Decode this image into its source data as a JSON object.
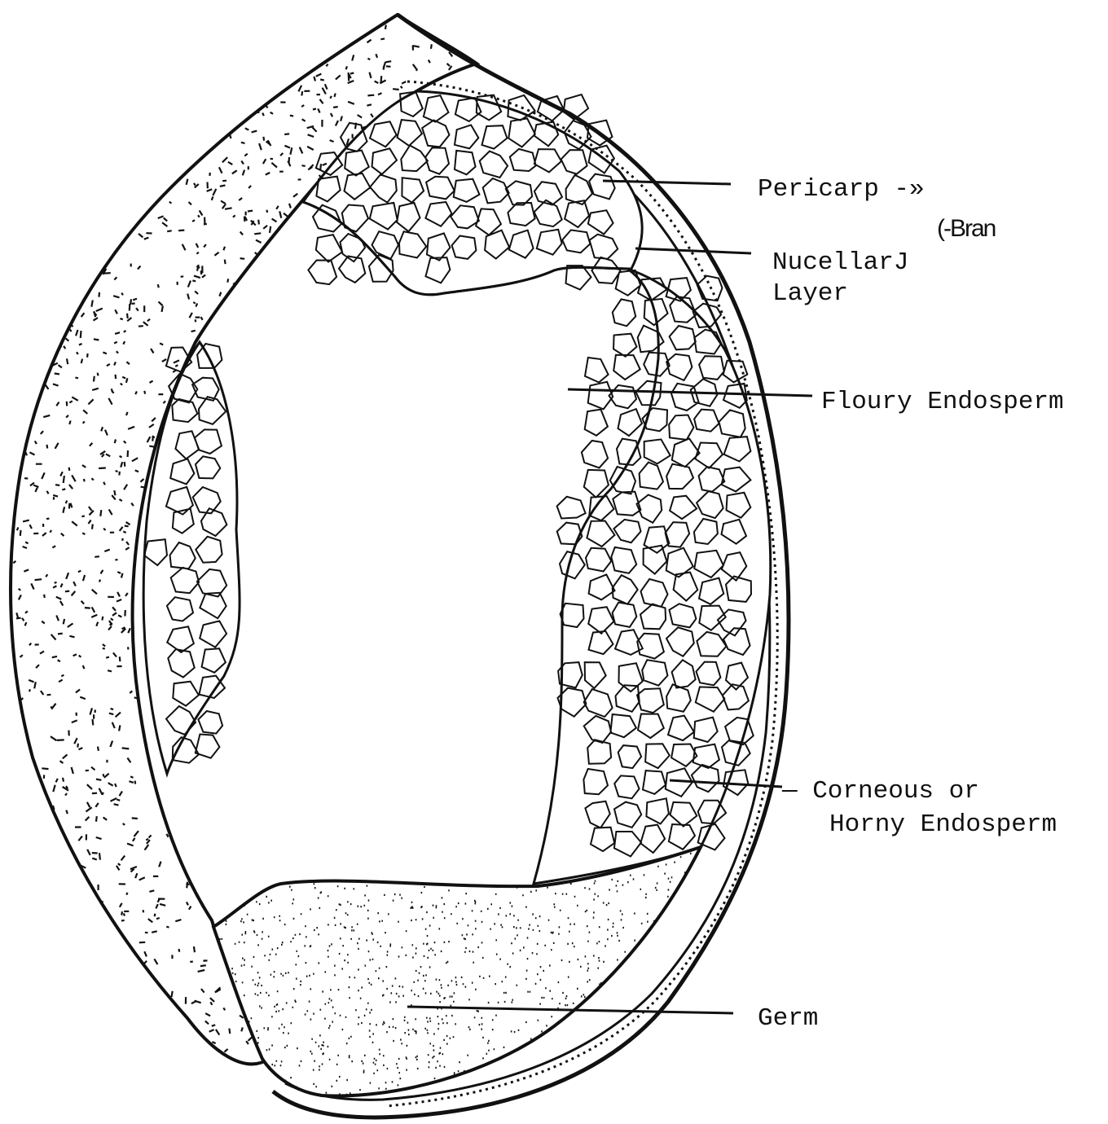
{
  "labels": {
    "pericarp": "Pericarp -»",
    "bran": "(-Bran",
    "nucellar_line1": "NucellarJ",
    "nucellar_line2": "Layer",
    "floury": "Floury Endosperm",
    "corneous_line1": "— Corneous or",
    "corneous_line2": "Horny Endosperm",
    "germ": "Germ"
  },
  "colors": {
    "ink": "#111111",
    "paper": "#ffffff"
  }
}
